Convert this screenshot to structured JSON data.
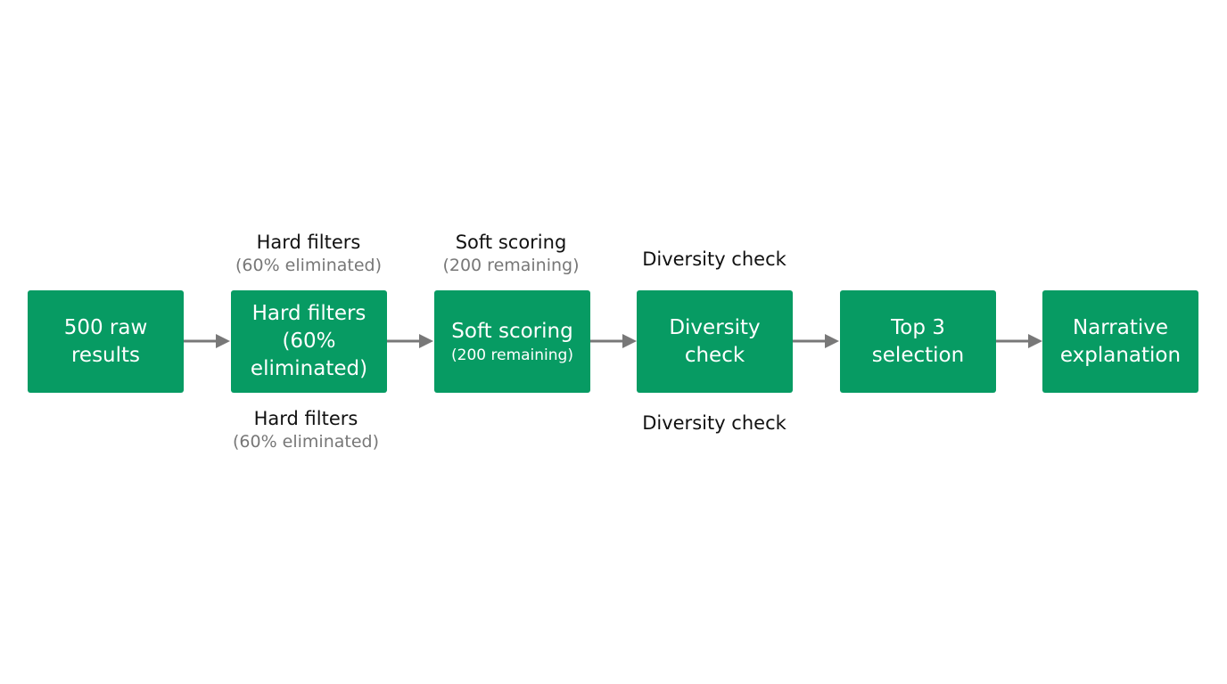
{
  "colors": {
    "box_fill": "#079b63",
    "box_text": "#ffffff",
    "arrow": "#787878",
    "label_text": "#111111",
    "note_text": "#777777"
  },
  "steps": [
    {
      "lines": [
        "500 raw",
        "results"
      ]
    },
    {
      "lines": [
        "Hard filters",
        "(60%",
        "eliminated)"
      ]
    },
    {
      "lines": [
        "Soft scoring"
      ],
      "sub": "(200 remaining)"
    },
    {
      "lines": [
        "Diversity",
        "check"
      ]
    },
    {
      "lines": [
        "Top 3",
        "selection"
      ]
    },
    {
      "lines": [
        "Narrative",
        "explanation"
      ]
    }
  ],
  "annotations": {
    "hard_filters_above": {
      "main": "Hard filters",
      "note": "(60% eliminated)"
    },
    "soft_scoring_above": {
      "main": "Soft scoring",
      "note": "(200 remaining)"
    },
    "diversity_above": {
      "main": "Diversity check"
    },
    "hard_filters_below": {
      "main": "Hard filters",
      "note": "(60% eliminated)"
    },
    "diversity_below": {
      "main": "Diversity check"
    }
  }
}
